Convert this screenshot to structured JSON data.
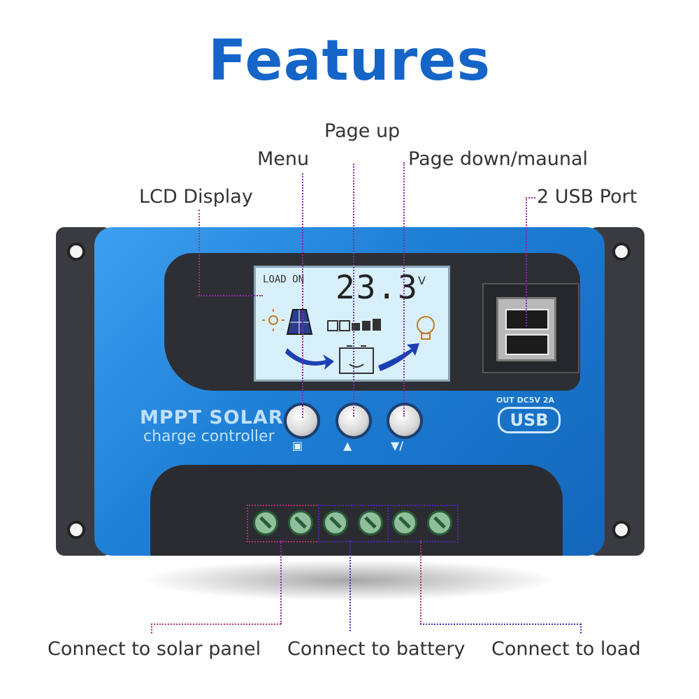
{
  "title": "Features",
  "callouts": {
    "page_up": "Page up",
    "menu": "Menu",
    "page_down": "Page down/maunal",
    "lcd_display": "LCD Display",
    "usb_port": "2 USB Port",
    "solar_panel": "Connect to solar panel",
    "battery": "Connect to battery",
    "load": "Connect to load"
  },
  "device": {
    "brand_line1": "MPPT SOLAR",
    "brand_line2": "charge controller",
    "usb_output": "OUT DC5V 2A",
    "usb_logo": "USB",
    "lcd": {
      "load_status": "LOAD ON",
      "voltage_value": "23.3",
      "voltage_unit": "V"
    }
  },
  "colors": {
    "title": "#1565c8",
    "device_blue": "#1f80d6",
    "callout_line": "#8a2aa8"
  }
}
